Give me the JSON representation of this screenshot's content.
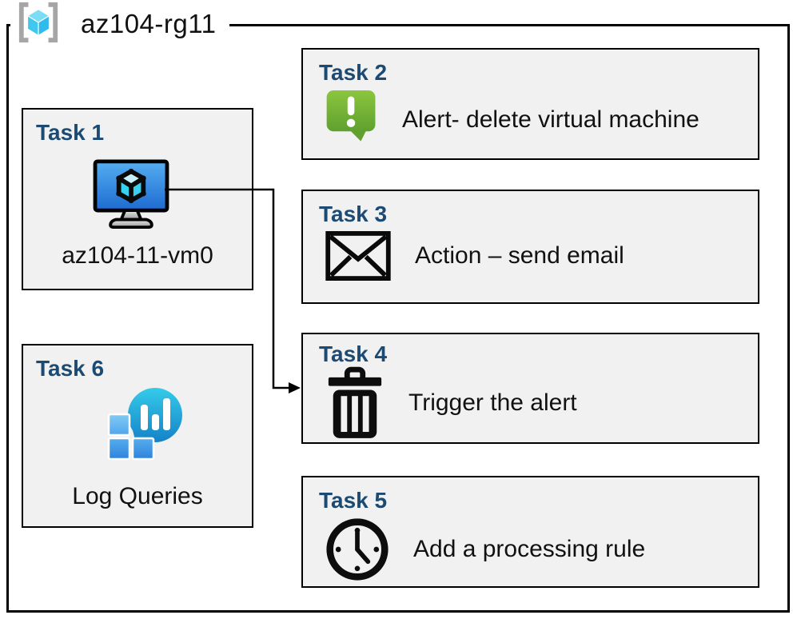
{
  "header": {
    "title": "az104-rg11",
    "icon": "resource-group-icon"
  },
  "tasks": [
    {
      "label": "Task 1",
      "caption": "az104-11-vm0",
      "icon": "virtual-machine-icon"
    },
    {
      "label": "Task 2",
      "caption": "Alert- delete virtual machine",
      "icon": "alert-message-icon"
    },
    {
      "label": "Task 3",
      "caption": "Action – send email",
      "icon": "email-envelope-icon"
    },
    {
      "label": "Task 4",
      "caption": "Trigger the alert",
      "icon": "trash-can-icon"
    },
    {
      "label": "Task 5",
      "caption": "Add a processing rule",
      "icon": "clock-icon"
    },
    {
      "label": "Task 6",
      "caption": "Log Queries",
      "icon": "log-analytics-icon"
    }
  ],
  "connections": [
    {
      "from": "Task 1",
      "to": "Task 4",
      "type": "elbow-arrow"
    }
  ],
  "colors": {
    "task_title_navy": "#1c4a73",
    "box_fill": "#f1f1f1",
    "border_black": "#000000",
    "alert_green_top": "#8cc63e",
    "alert_green_bottom": "#5fa02f",
    "vm_screen_blue_top": "#4fa8ef",
    "vm_screen_blue_bottom": "#1d6bd0",
    "log_teal_top": "#35cbea",
    "log_teal_bottom": "#1482c8",
    "log_square_blue": "#3e97e4",
    "rg_cube_cyan": "#50c7ef",
    "bracket_gray": "#a6a6a6"
  }
}
